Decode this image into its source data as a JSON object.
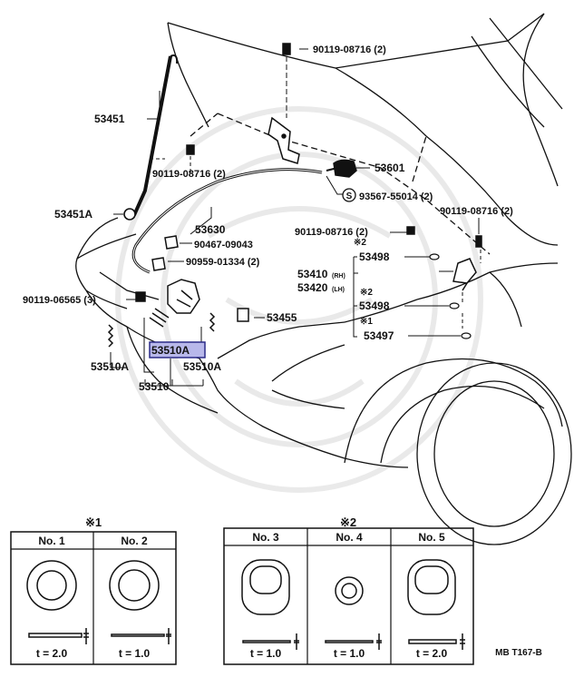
{
  "diagram_code": "MB T167-B",
  "parts": {
    "p53451": "53451",
    "p53451A_left": "53451A",
    "p90119_08716_top": "90119-08716 (2)",
    "p90119_08716_mid": "90119-08716 (2)",
    "p90119_08716_right": "90119-08716 (2)",
    "p90119_08716_rightmid": "90119-08716 (2)",
    "p53601": "53601",
    "p93567": "93567-55014 (2)",
    "s_mark": "S",
    "p53630": "53630",
    "p90467": "90467-09043",
    "p90959": "90959-01334 (2)",
    "p90119_06565": "90119-06565 (3)",
    "p53455": "53455",
    "p53510A_hl": "53510A",
    "p53510A_left": "53510A",
    "p53510A_right": "53510A",
    "p53510": "53510",
    "p53498_top": "53498",
    "p53410": "53410",
    "p53410_sub": "(RH)",
    "p53420": "53420",
    "p53420_sub": "(LH)",
    "p53498_mid": "53498",
    "p53497": "53497",
    "mark2_a": "※2",
    "mark2_b": "※2",
    "mark1": "※1"
  },
  "table1": {
    "mark": "※1",
    "cols": [
      {
        "header": "No. 1",
        "thickness": "t = 2.0"
      },
      {
        "header": "No. 2",
        "thickness": "t = 1.0"
      }
    ]
  },
  "table2": {
    "mark": "※2",
    "cols": [
      {
        "header": "No. 3",
        "thickness": "t = 1.0"
      },
      {
        "header": "No. 4",
        "thickness": "t = 1.0"
      },
      {
        "header": "No. 5",
        "thickness": "t = 2.0"
      }
    ]
  }
}
